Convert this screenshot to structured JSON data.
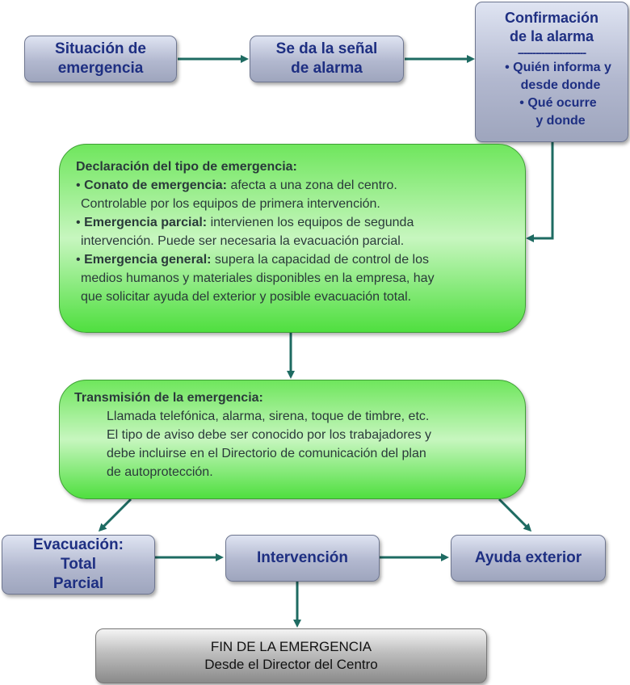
{
  "nodes": {
    "situacion": [
      "Situación de",
      "emergencia"
    ],
    "senal": [
      "Se da la señal",
      "de alarma"
    ],
    "confirmacion": {
      "title": [
        "Confirmación",
        "de la alarma"
      ],
      "separator": "-----------------------",
      "items": [
        {
          "bullet": "•",
          "lines": [
            "Quién informa y",
            "desde donde"
          ]
        },
        {
          "bullet": "•",
          "lines": [
            "Qué ocurre",
            "y donde"
          ]
        }
      ]
    },
    "declaracion": {
      "title": "Declaración del tipo de emergencia:",
      "items": [
        {
          "bullet": "•",
          "term": "Conato de emergencia:",
          "lines": [
            "afecta a una zona del centro.",
            "Controlable por los equipos de primera intervención."
          ]
        },
        {
          "bullet": "•",
          "term": "Emergencia parcial:",
          "lines": [
            "intervienen los equipos de segunda",
            "intervención. Puede ser necesaria la evacuación parcial."
          ]
        },
        {
          "bullet": "•",
          "term": "Emergencia general:",
          "lines": [
            "supera la capacidad de control de los",
            "medios humanos y materiales disponibles en la empresa, hay",
            "que solicitar ayuda del exterior y posible evacuación total."
          ]
        }
      ]
    },
    "transmision": {
      "title": "Transmisión de la emergencia:",
      "lines": [
        "Llamada telefónica, alarma, sirena, toque de timbre, etc.",
        "El tipo de aviso debe ser conocido por los trabajadores y",
        "debe incluirse en el Directorio de comunicación del plan",
        "de autoprotección."
      ]
    },
    "evacuacion": [
      "Evacuación:",
      "Total",
      "Parcial"
    ],
    "intervencion": "Intervención",
    "ayuda": "Ayuda exterior",
    "fin": [
      "FIN DE LA EMERGENCIA",
      "Desde el Director del Centro"
    ]
  },
  "colors": {
    "arrow": "#1e6b62",
    "node_text": "#1e2f82",
    "green_fill": "#6fe65d",
    "gray_fill": "#b2b8cf"
  }
}
